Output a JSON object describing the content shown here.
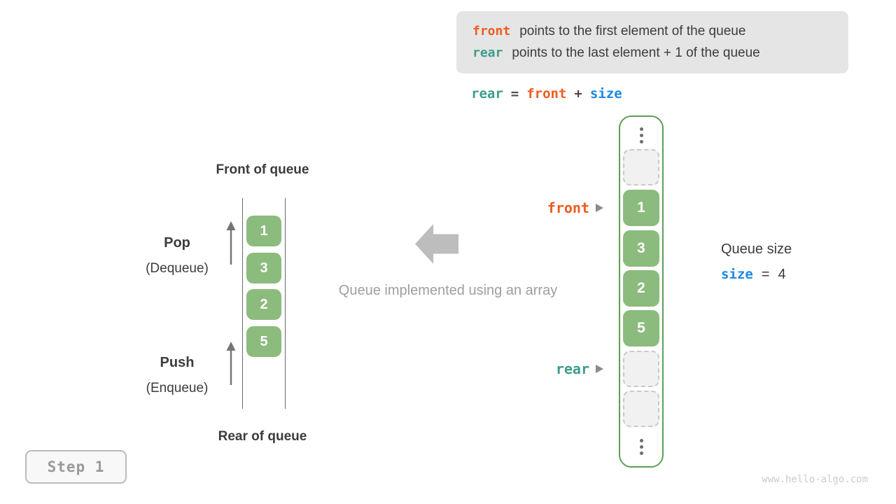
{
  "colors": {
    "front": "#ED5C1F",
    "rear": "#3D9C8C",
    "size": "#1E88E5",
    "cell_green": "#8CBB7E",
    "frame_green": "#5BA052",
    "info_box_bg": "#e5e5e5",
    "muted_gray": "#9e9e9e"
  },
  "info_box": {
    "lines": [
      {
        "keyword": "front",
        "text": "points to the first element of the queue"
      },
      {
        "keyword": "rear",
        "text": "points to the last element + 1 of the queue"
      }
    ]
  },
  "formula": {
    "tokens": [
      "rear",
      "=",
      "front",
      "+",
      "size"
    ]
  },
  "left_queue": {
    "front_label": "Front of queue",
    "rear_label": "Rear of queue",
    "pop": {
      "title": "Pop",
      "subtitle": "(Dequeue)"
    },
    "push": {
      "title": "Push",
      "subtitle": "(Enqueue)"
    },
    "values": [
      "1",
      "3",
      "2",
      "5"
    ]
  },
  "center": {
    "caption": "Queue implemented using an array"
  },
  "array_view": {
    "cells": [
      {
        "type": "dots"
      },
      {
        "type": "empty"
      },
      {
        "type": "value",
        "value": "1"
      },
      {
        "type": "value",
        "value": "3"
      },
      {
        "type": "value",
        "value": "2"
      },
      {
        "type": "value",
        "value": "5"
      },
      {
        "type": "empty"
      },
      {
        "type": "empty"
      },
      {
        "type": "dots"
      }
    ],
    "pointers": {
      "front": {
        "label": "front",
        "points_to_value": "1"
      },
      "rear": {
        "label": "rear",
        "points_to_value": "empty cell after 5"
      }
    }
  },
  "size_info": {
    "label": "Queue size",
    "variable": "size",
    "equals": "=",
    "value": "4"
  },
  "step": {
    "label": "Step 1"
  },
  "watermark": "www.hello-algo.com"
}
